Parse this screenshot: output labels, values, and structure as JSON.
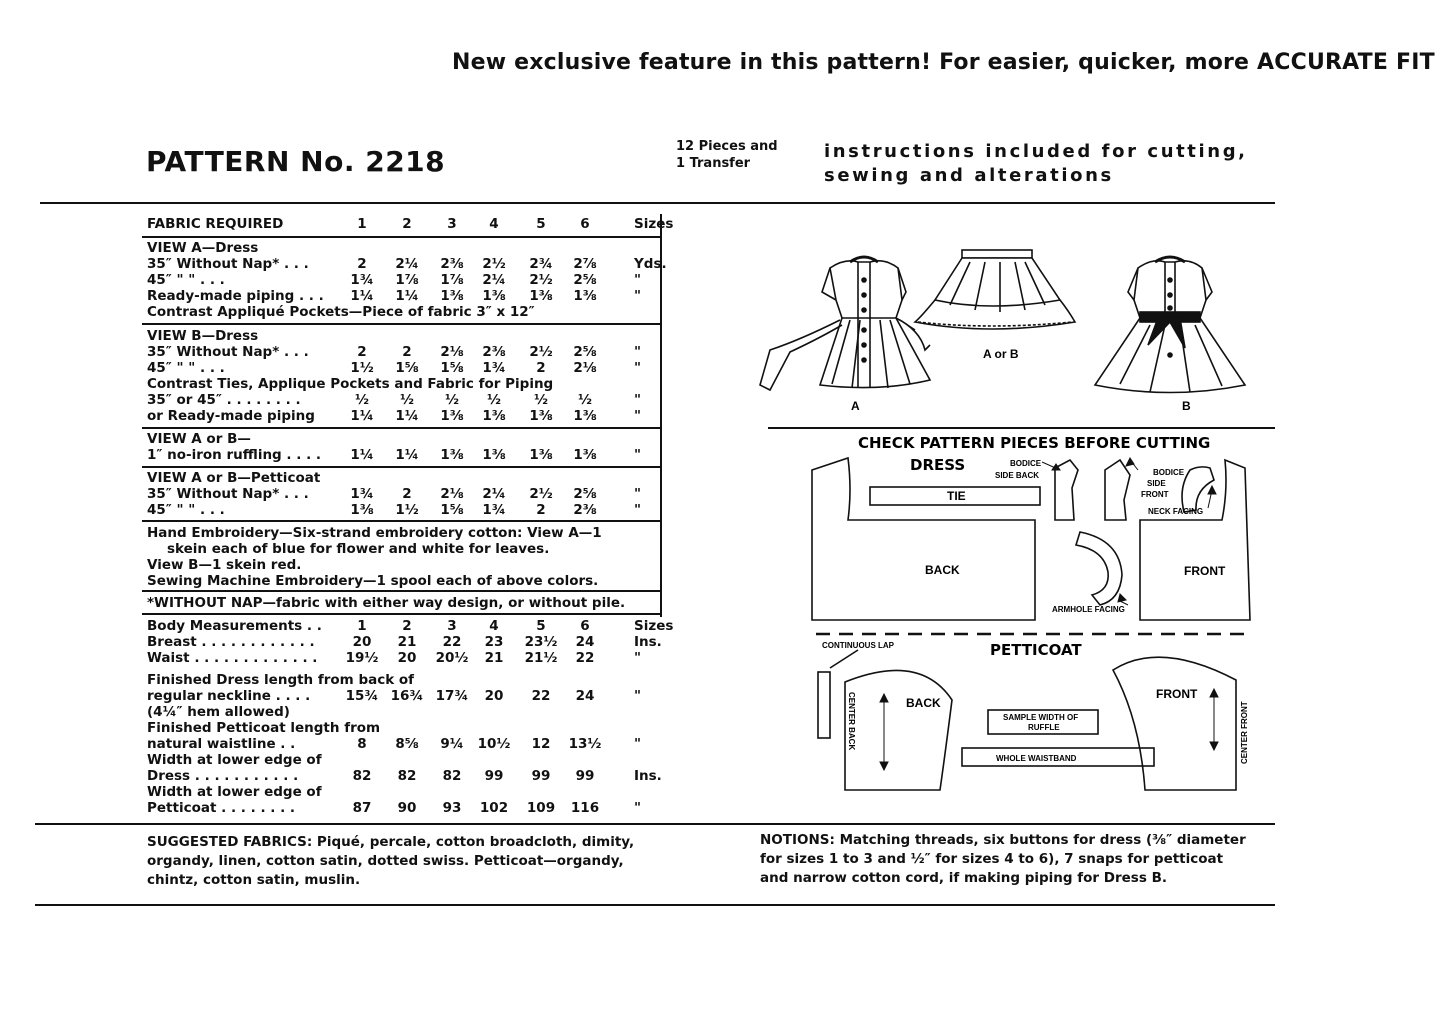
{
  "header": {
    "feature_line": "New exclusive feature in this pattern! For easier, quicker, more ACCURATE FIT",
    "pattern_number": "PATTERN  No. 2218",
    "pieces_line1": "12 Pieces and",
    "pieces_line2": "1 Transfer",
    "instructions_line1": "instructions included for cutting,",
    "instructions_line2": "sewing and alterations"
  },
  "fabric_table": {
    "header": {
      "label": "FABRIC REQUIRED",
      "cols": [
        "1",
        "2",
        "3",
        "4",
        "5",
        "6"
      ],
      "unit": "Sizes"
    },
    "rows": [
      {
        "label": "VIEW A—Dress",
        "values": [
          "",
          "",
          "",
          "",
          "",
          ""
        ],
        "unit": ""
      },
      {
        "label": "35″ Without Nap* . . .",
        "values": [
          "2",
          "2¼",
          "2⅜",
          "2½",
          "2¾",
          "2⅞"
        ],
        "unit": "Yds."
      },
      {
        "label": "45″    \"       \"       . . .",
        "values": [
          "1¾",
          "1⅞",
          "1⅞",
          "2¼",
          "2½",
          "2⅝"
        ],
        "unit": "\""
      },
      {
        "label": "Ready-made piping . . .",
        "values": [
          "1¼",
          "1¼",
          "1⅜",
          "1⅜",
          "1⅜",
          "1⅜"
        ],
        "unit": "\""
      },
      {
        "label": "Contrast Appliqué Pockets—Piece of fabric 3″ x 12″",
        "values": [
          "",
          "",
          "",
          "",
          "",
          ""
        ],
        "unit": ""
      },
      {
        "label": "VIEW B—Dress",
        "values": [
          "",
          "",
          "",
          "",
          "",
          ""
        ],
        "unit": ""
      },
      {
        "label": "35″ Without Nap* . . .",
        "values": [
          "2",
          "2",
          "2⅛",
          "2⅜",
          "2½",
          "2⅝"
        ],
        "unit": "\""
      },
      {
        "label": "45″    \"       \"       . . .",
        "values": [
          "1½",
          "1⅝",
          "1⅝",
          "1¾",
          "2",
          "2⅛"
        ],
        "unit": "\""
      },
      {
        "label": "Contrast Ties, Applique Pockets and Fabric for Piping",
        "values": [
          "",
          "",
          "",
          "",
          "",
          ""
        ],
        "unit": ""
      },
      {
        "label": "35″ or 45″ . . . . . . . .",
        "values": [
          "½",
          "½",
          "½",
          "½",
          "½",
          "½"
        ],
        "unit": "\""
      },
      {
        "label": "or Ready-made piping",
        "values": [
          "1¼",
          "1¼",
          "1⅜",
          "1⅜",
          "1⅜",
          "1⅜"
        ],
        "unit": "\""
      },
      {
        "label": "VIEW A or B—",
        "values": [
          "",
          "",
          "",
          "",
          "",
          ""
        ],
        "unit": ""
      },
      {
        "label": "1″ no-iron ruffling . . . .",
        "values": [
          "1¼",
          "1¼",
          "1⅜",
          "1⅜",
          "1⅜",
          "1⅜"
        ],
        "unit": "\""
      },
      {
        "label": "VIEW A or B—Petticoat",
        "values": [
          "",
          "",
          "",
          "",
          "",
          ""
        ],
        "unit": ""
      },
      {
        "label": "35″ Without Nap* . . .",
        "values": [
          "1¾",
          "2",
          "2⅛",
          "2¼",
          "2½",
          "2⅝"
        ],
        "unit": "\""
      },
      {
        "label": "45″    \"       \"       . . .",
        "values": [
          "1⅜",
          "1½",
          "1⅝",
          "1¾",
          "2",
          "2⅜"
        ],
        "unit": "\""
      }
    ],
    "embroidery_1": "Hand Embroidery—Six-strand embroidery cotton: View A—1",
    "embroidery_2": "skein each of blue for flower and white for leaves.",
    "embroidery_3": "View B—1 skein red.",
    "embroidery_4": "Sewing Machine Embroidery—1 spool each of above colors.",
    "nap_note": "*WITHOUT NAP—fabric with either way design, or without pile."
  },
  "body_table": {
    "header": {
      "label": "Body Measurements . .",
      "cols": [
        "1",
        "2",
        "3",
        "4",
        "5",
        "6"
      ],
      "unit": "Sizes"
    },
    "rows": [
      {
        "label": "Breast . . . . . . . . . . . .",
        "values": [
          "20",
          "21",
          "22",
          "23",
          "23½",
          "24"
        ],
        "unit": "Ins."
      },
      {
        "label": "Waist . . . . . . . . . . . . .",
        "values": [
          "19½",
          "20",
          "20½",
          "21",
          "21½",
          "22"
        ],
        "unit": "\""
      },
      {
        "label": "Finished Dress length from back of",
        "values": [
          "",
          "",
          "",
          "",
          "",
          ""
        ],
        "unit": ""
      },
      {
        "label": "   regular neckline . . . .",
        "values": [
          "15¾",
          "16¾",
          "17¾",
          "20",
          "22",
          "24"
        ],
        "unit": "\""
      },
      {
        "label": "      (4¼″ hem allowed)",
        "values": [
          "",
          "",
          "",
          "",
          "",
          ""
        ],
        "unit": ""
      },
      {
        "label": "Finished Petticoat length from",
        "values": [
          "",
          "",
          "",
          "",
          "",
          ""
        ],
        "unit": ""
      },
      {
        "label": "   natural waistline . .",
        "values": [
          "8",
          "8⅝",
          "9¼",
          "10½",
          "12",
          "13½"
        ],
        "unit": "\""
      },
      {
        "label": "Width at lower edge of",
        "values": [
          "",
          "",
          "",
          "",
          "",
          ""
        ],
        "unit": ""
      },
      {
        "label": "   Dress . . . . . . . . . . .",
        "values": [
          "82",
          "82",
          "82",
          "99",
          "99",
          "99"
        ],
        "unit": "Ins."
      },
      {
        "label": "Width at lower edge of",
        "values": [
          "",
          "",
          "",
          "",
          "",
          ""
        ],
        "unit": ""
      },
      {
        "label": "   Petticoat . . . . . . . .",
        "values": [
          "87",
          "90",
          "93",
          "102",
          "109",
          "116"
        ],
        "unit": "\""
      }
    ]
  },
  "suggested": {
    "line1": "SUGGESTED FABRICS: Piqué, percale, cotton broadcloth, dimity,",
    "line2": "organdy, linen, cotton satin, dotted swiss. Petticoat—organdy,",
    "line3": "chintz, cotton satin, muslin."
  },
  "notions": {
    "line1": "NOTIONS: Matching threads, six buttons for dress (⅜″ diameter",
    "line2": "for sizes 1 to 3 and ½″ for sizes 4 to 6), 7 snaps for petticoat",
    "line3": "and narrow cotton cord, if making piping for Dress B."
  },
  "views": {
    "a": "A",
    "ab": "A or B",
    "b": "B"
  },
  "pieces": {
    "title": "CHECK PATTERN PIECES BEFORE CUTTING",
    "dress": "DRESS",
    "tie": "TIE",
    "bodice_side_back_1": "BODICE",
    "bodice_side_back_2": "SIDE BACK",
    "bodice_side_front_1": "BODICE",
    "bodice_side_front_2": "SIDE",
    "bodice_side_front_3": "FRONT",
    "neck_facing": "NECK FACING",
    "back": "BACK",
    "front": "FRONT",
    "armhole_facing": "ARMHOLE FACING",
    "continuous_lap": "CONTINUOUS LAP",
    "petticoat": "PETTICOAT",
    "pet_back": "BACK",
    "center_back": "CENTER BACK",
    "sample_width_1": "SAMPLE WIDTH OF",
    "sample_width_2": "RUFFLE",
    "whole_waistband": "WHOLE WAISTBAND",
    "pet_front": "FRONT",
    "center_front": "CENTER FRONT"
  }
}
